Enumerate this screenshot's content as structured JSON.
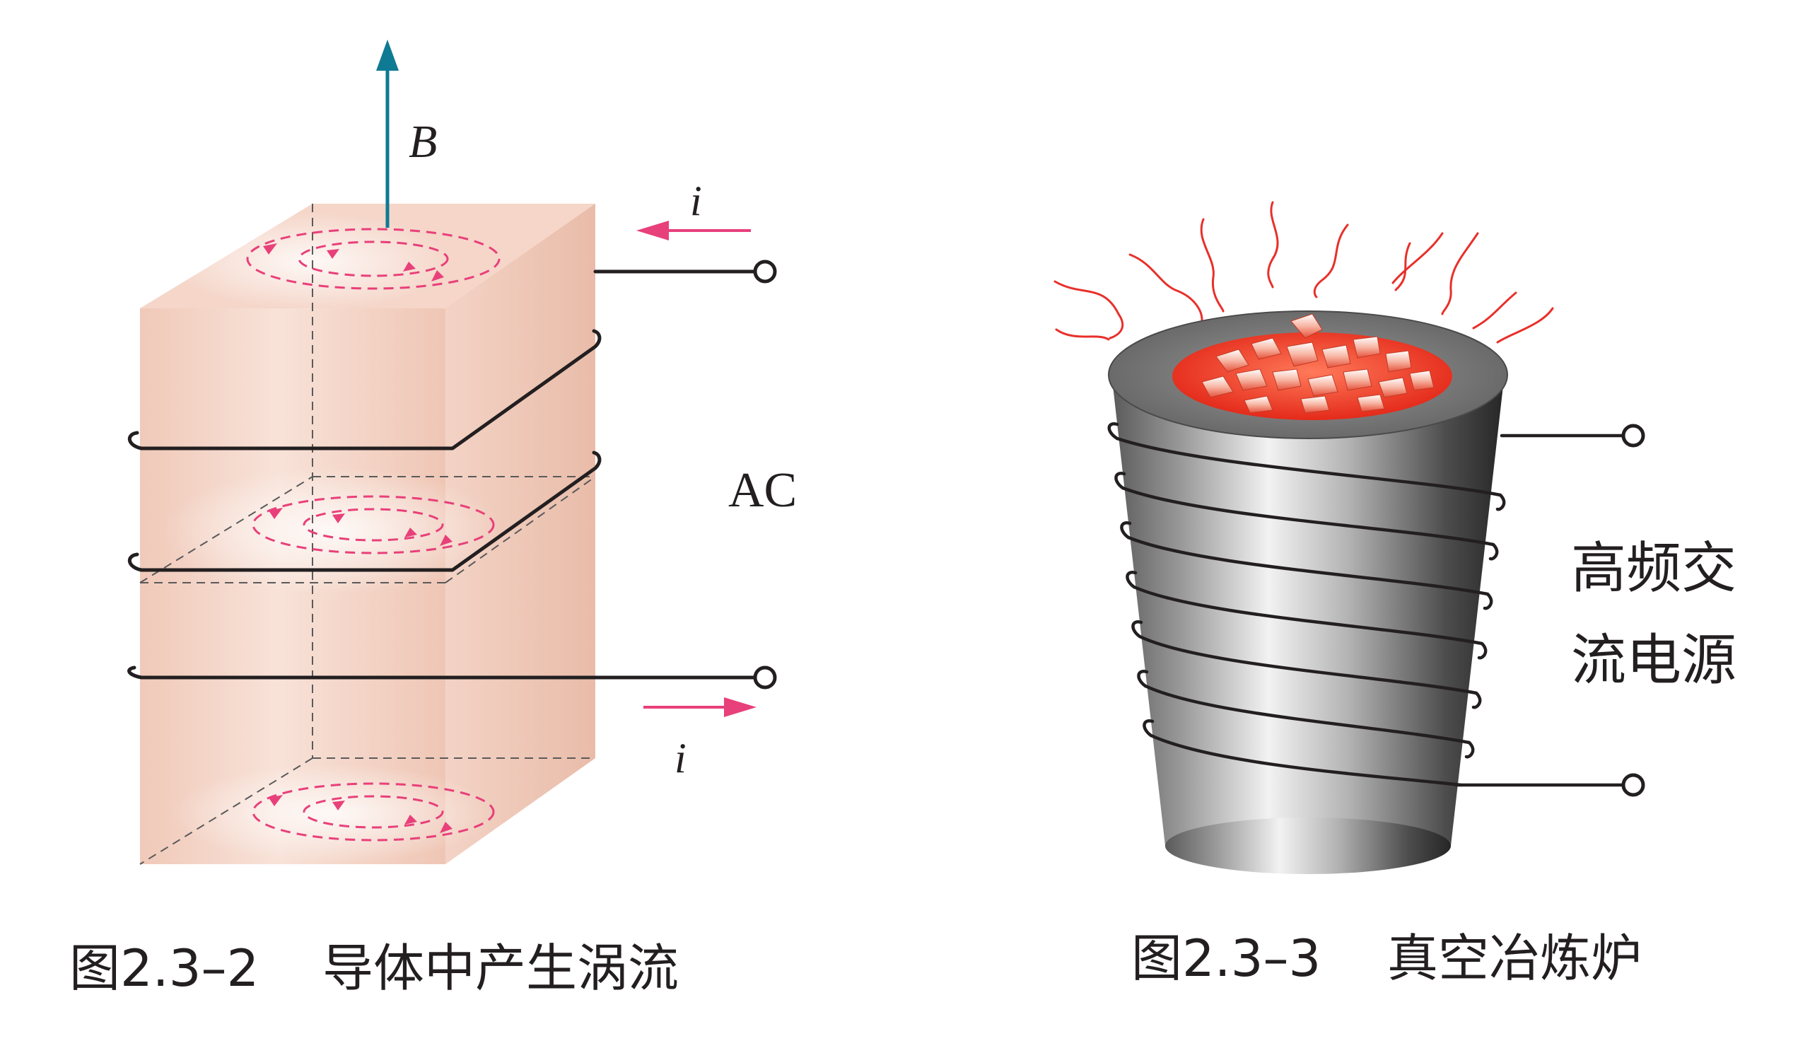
{
  "left_figure": {
    "field_label": "B",
    "current_label_top": "i",
    "current_label_bottom": "i",
    "source_label": "AC",
    "caption_number": "图2.3–2",
    "caption_text": "导体中产生涡流"
  },
  "right_figure": {
    "source_label_line1": "高频交",
    "source_label_line2": "流电源",
    "caption_number": "图2.3–3",
    "caption_text": "真空冶炼炉"
  },
  "colors": {
    "block": "#f4d2c4",
    "eddy_current": "#e8407a",
    "field_arrow": "#0f7a94",
    "wire": "#231f20",
    "heat_wave": "#e8302a",
    "furnace_body": "#8c8c8c",
    "molten_metal": "#e83b2a"
  },
  "icons": {
    "terminal": "open-circle-terminal",
    "field_arrow": "up-arrow",
    "current_arrow": "horizontal-arrow"
  }
}
